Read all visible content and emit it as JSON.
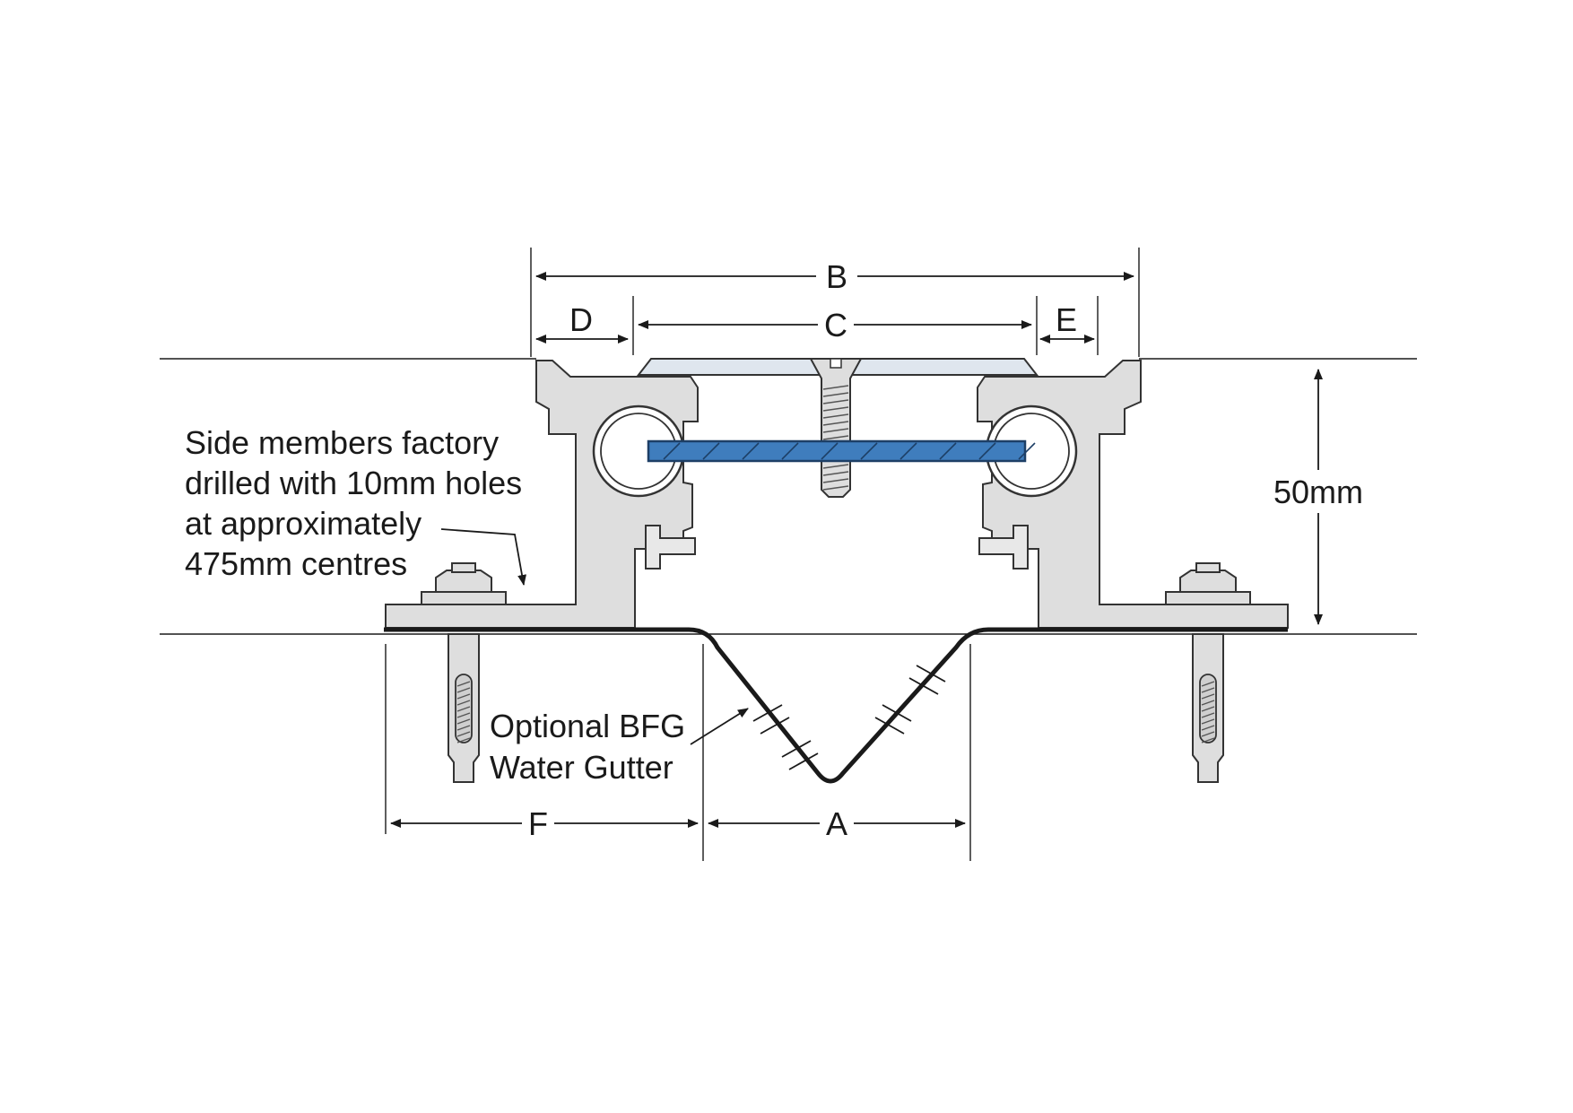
{
  "dimensions": {
    "A": "A",
    "B": "B",
    "C": "C",
    "D": "D",
    "E": "E",
    "F": "F",
    "height": "50mm"
  },
  "notes": {
    "side_members": [
      "Side members factory",
      "drilled with 10mm holes",
      "at approximately",
      "475mm centres"
    ],
    "gutter": [
      "Optional BFG",
      "Water Gutter"
    ]
  },
  "colors": {
    "metal": "#dedede",
    "cover_plate": "#dfe6ee",
    "cross_bar": "#3f7dbd",
    "lines": "#1a1a1a"
  }
}
